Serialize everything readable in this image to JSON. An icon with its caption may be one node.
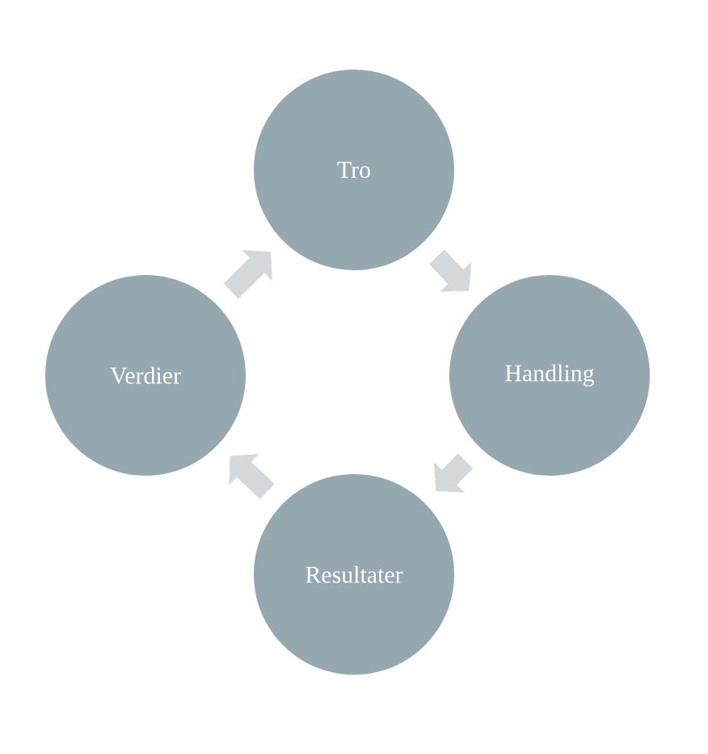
{
  "diagram": {
    "nodes": [
      {
        "text": [
          "Tro"
        ]
      },
      {
        "text": [
          "Handling"
        ]
      },
      {
        "text": [
          "Resultater"
        ]
      },
      {
        "text": [
          "Verdier"
        ]
      }
    ],
    "edges": [
      {
        "from": 0,
        "to": 1,
        "arrow": "to"
      },
      {
        "from": 1,
        "to": 2,
        "arrow": "to"
      },
      {
        "from": 2,
        "to": 3,
        "arrow": "to"
      },
      {
        "from": 3,
        "to": 0,
        "arrow": "to"
      }
    ]
  }
}
